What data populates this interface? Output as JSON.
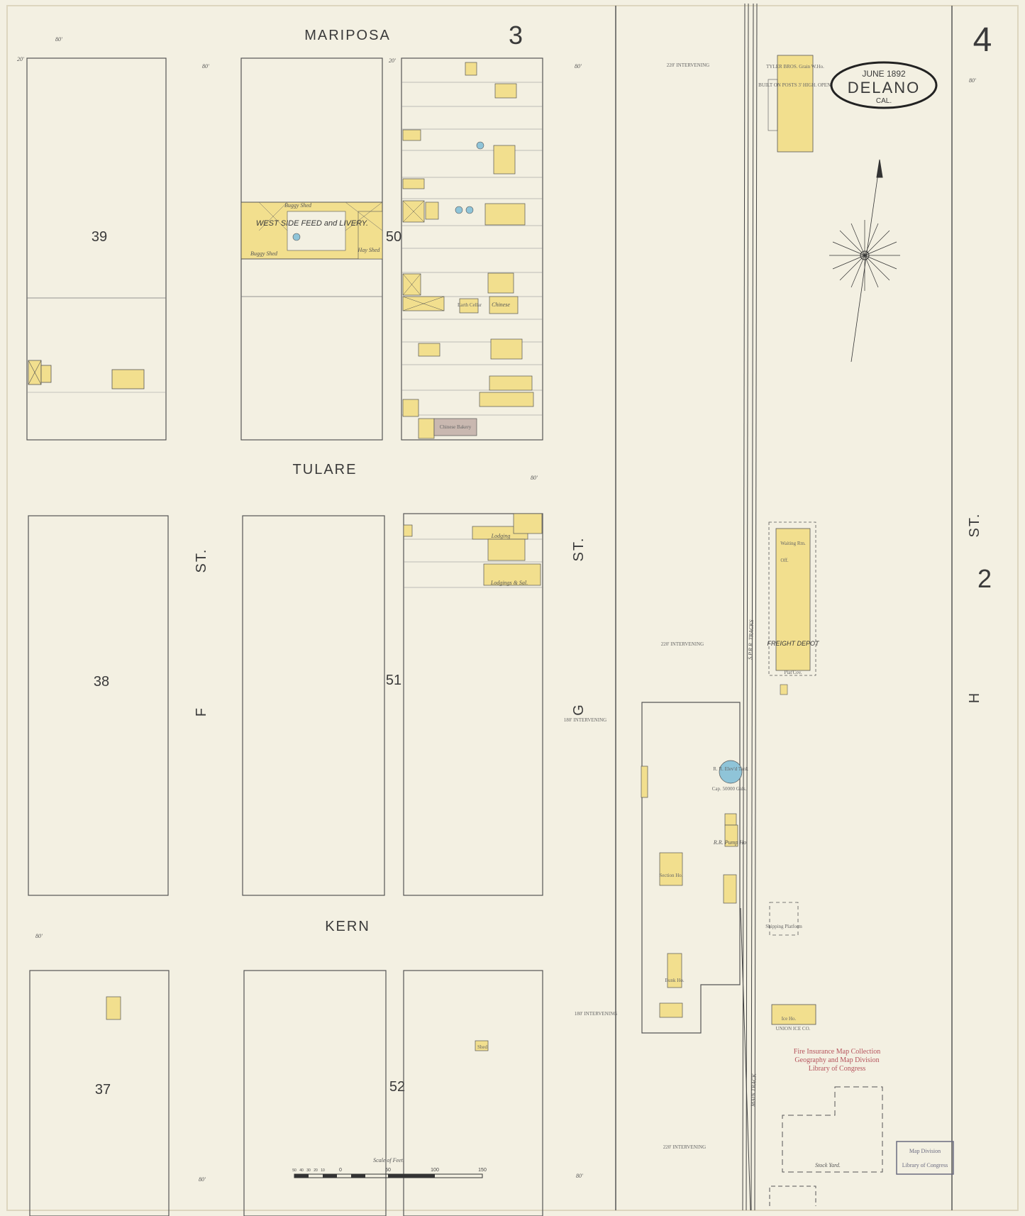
{
  "sheet": {
    "number": "4",
    "adjoining_top": "3",
    "adjoining_right": "2",
    "date": "JUNE 1892",
    "town": "DELANO",
    "state": "CAL."
  },
  "streets": {
    "mariposa": "MARIPOSA",
    "tulare": "TULARE",
    "kern": "KERN",
    "f": "F",
    "f_st": "ST.",
    "g": "G",
    "g_st": "ST.",
    "h": "H",
    "h_st": "ST."
  },
  "blocks": {
    "b39": "39",
    "b38": "38",
    "b37": "37",
    "b50": "50",
    "b51": "51",
    "b52": "52"
  },
  "labels": {
    "west_side_feed": "WEST SIDE FEED and LIVERY.",
    "buggy_shed_1": "Buggy Shed",
    "buggy_shed_2": "Buggy Shed",
    "hay_shed": "Hay Shed",
    "chinese": "Chinese",
    "earth_cellar": "Earth Cellar",
    "chinese_bakery": "Chinese Bakery",
    "lodging": "Lodging",
    "lodgings_sal": "Lodgings & Sal.",
    "tyler_bros": "TYLER BROS. Grain W.Ho.",
    "tyler_note": "BUILT ON POSTS 3' HIGH. OPEN.",
    "waiting_rm": "Waiting Rm.",
    "off": "Off.",
    "freight_depot": "FREIGHT DEPOT",
    "plat": "Plat'Cov.",
    "rr_tracks": "S.P.R.R. TRACKS",
    "main_track": "MAIN TRACK",
    "elev_tank": "R. R. Elev'd Tank",
    "cap": "Cap. 50000 Gals.",
    "pump_ho": "R.R. Pump Ho.",
    "section_ho": "Section Ho.",
    "bunk_ho": "Bunk Ho.",
    "shipping_platform": "Shipping Platform",
    "ice_ho": "Ice Ho.",
    "union_ice": "UNION ICE CO.",
    "stock_yard": "Stock Yard.",
    "intervening_1": "220' INTERVENING",
    "intervening_2": "220' INTERVENING",
    "intervening_3": "180' INTERVENING",
    "intervening_4": "180' INTERVENING",
    "intervening_5": "220' INTERVENING",
    "shed": "Shed",
    "scale_title": "Scale of Feet.",
    "stamp_1": "Fire Insurance Map Collection",
    "stamp_2": "Geography and Map Division",
    "stamp_3": "Library of Congress",
    "stamp_b1": "Map Division",
    "stamp_b2": "Library of Congress"
  },
  "dimensions": {
    "d80_1": "80'",
    "d80_2": "80'",
    "d80_3": "80'",
    "d80_4": "80'",
    "d80_5": "80'",
    "d80_6": "80'",
    "d80_7": "80'",
    "d80_8": "80'",
    "d20_1": "20'",
    "d20_2": "20'"
  },
  "scale": {
    "ticks": [
      "50",
      "40",
      "30",
      "20",
      "10",
      "0",
      "50",
      "100",
      "150"
    ]
  },
  "colors": {
    "paper": "#f3f0e2",
    "frame_building": "#f2df8e",
    "brick_building": "#c9b8b0",
    "water_tank": "#8fc4d8",
    "line": "#555555",
    "stamp": "#b5525b"
  }
}
